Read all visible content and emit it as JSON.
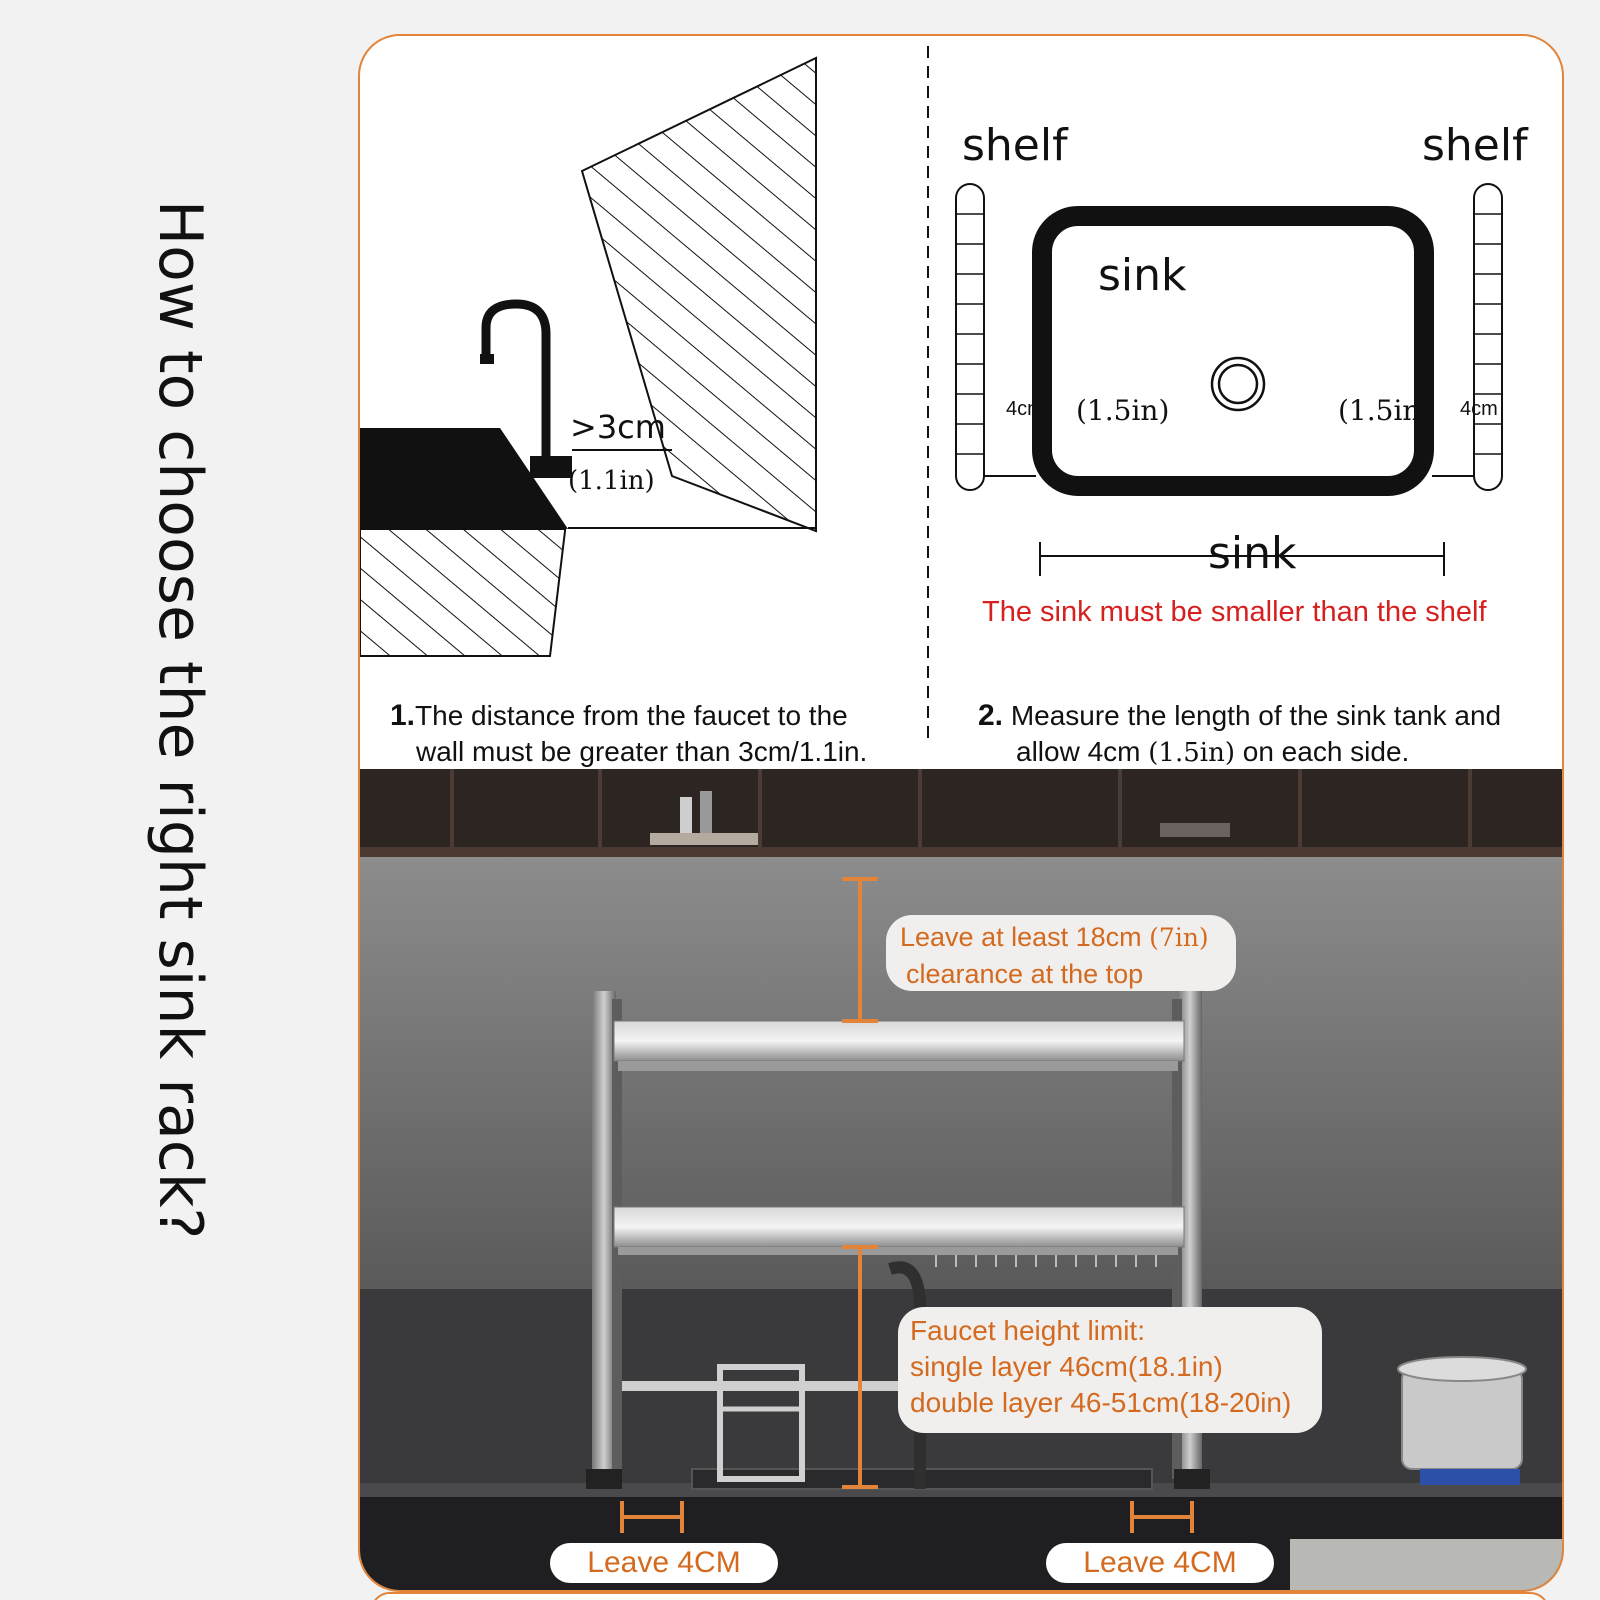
{
  "title": "How to choose the right sink rack?",
  "panel1": {
    "gap_label": ">3cm",
    "gap_inch": "(1.1in)",
    "step_number": "1.",
    "step_line1": "The distance from the faucet to the",
    "step_line2": "wall must be greater than 3cm/1.1in."
  },
  "panel2": {
    "shelf_left": "shelf",
    "shelf_right": "shelf",
    "sink_inner": "sink",
    "sink_dimension": "sink",
    "left_cm": "4cm",
    "right_cm": "4cm",
    "left_in": "(1.5in)",
    "right_in": "(1.5in)",
    "note": "The sink must be smaller than the shelf",
    "step_number": "2.",
    "step_line1": "Measure the length of the sink tank and",
    "step_line2_a": "allow 4cm",
    "step_line2_b": "(1.5in)",
    "step_line2_c": "on each side."
  },
  "photo": {
    "top_clearance_line1": "Leave at least 18cm",
    "top_clearance_inch": "(7in)",
    "top_clearance_line2": "clearance at the top",
    "faucet_line1": "Faucet height limit:",
    "faucet_line2": "single layer 46cm(18.1in)",
    "faucet_line3": "double layer 46-51cm(18-20in)",
    "leave_left": "Leave 4CM",
    "leave_right": "Leave 4CM"
  },
  "colors": {
    "accent": "#e2843a",
    "annotation_text": "#d36a1f",
    "warning": "#d61f1f"
  }
}
